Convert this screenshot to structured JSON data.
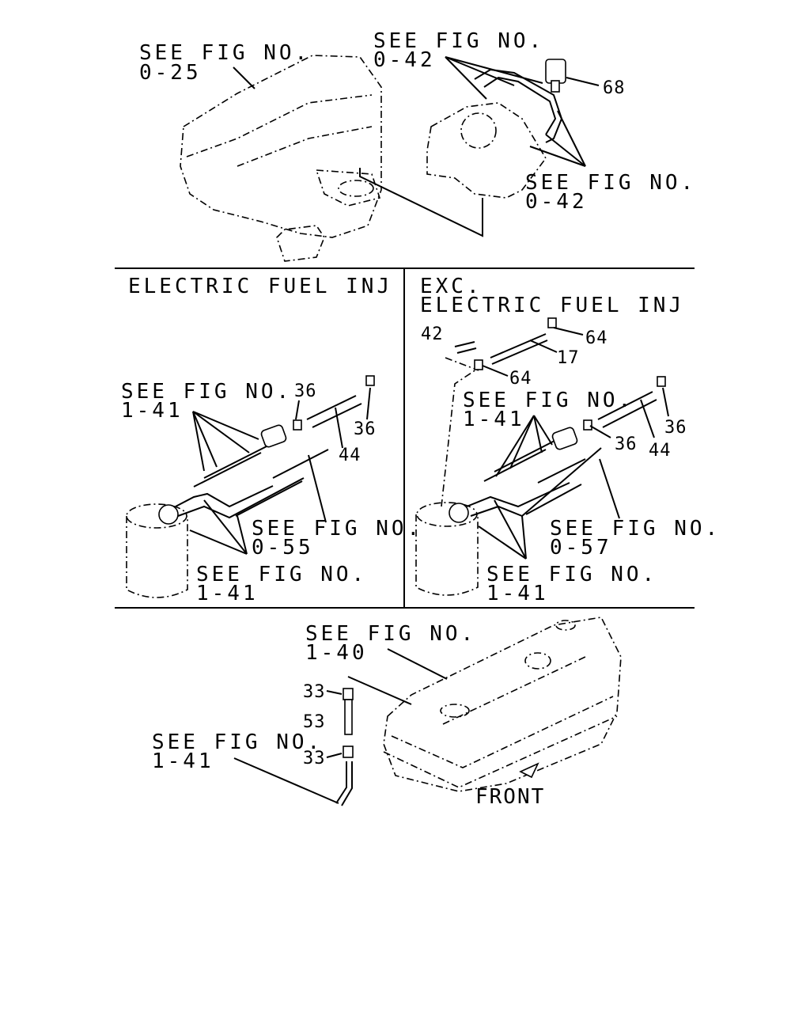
{
  "sections": {
    "top": {
      "ref_engine": {
        "line1": "SEE FIG NO.",
        "line2": "0-25"
      },
      "ref_top_left": {
        "line1": "SEE FIG NO.",
        "line2": "0-42"
      },
      "ref_top_right": {
        "line1": "SEE FIG NO.",
        "line2": "0-42"
      },
      "part_68": "68"
    },
    "electric": {
      "title": "ELECTRIC FUEL INJ",
      "ref_a": {
        "line1": "SEE FIG NO.",
        "line2": "1-41"
      },
      "ref_b": {
        "line1": "SEE FIG NO.",
        "line2": "0-55"
      },
      "ref_c": {
        "line1": "SEE FIG NO.",
        "line2": "1-41"
      },
      "part_36a": "36",
      "part_36b": "36",
      "part_44": "44"
    },
    "exc": {
      "title_line1": "EXC.",
      "title_line2": "ELECTRIC FUEL INJ",
      "part_42": "42",
      "part_64a": "64",
      "part_64b": "64",
      "part_17": "17",
      "ref_a": {
        "line1": "SEE FIG NO.",
        "line2": "1-41"
      },
      "ref_b": {
        "line1": "SEE FIG NO.",
        "line2": "0-57"
      },
      "ref_c": {
        "line1": "SEE FIG NO.",
        "line2": "1-41"
      },
      "part_36a": "36",
      "part_36b": "36",
      "part_44": "44"
    },
    "bottom": {
      "ref_tank": {
        "line1": "SEE FIG NO.",
        "line2": "1-40"
      },
      "ref_pipe": {
        "line1": "SEE FIG NO.",
        "line2": "1-41"
      },
      "part_33a": "33",
      "part_53": "53",
      "part_33b": "33",
      "front": "FRONT"
    }
  }
}
